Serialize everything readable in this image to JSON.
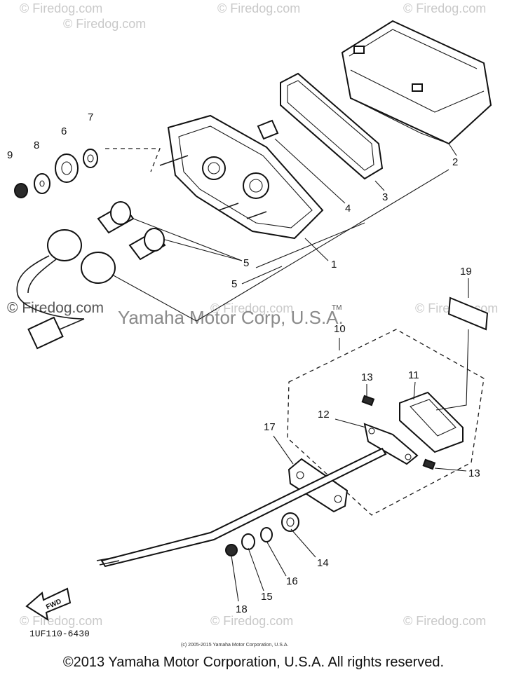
{
  "watermarks": {
    "firedog": "© Firedog.com",
    "firedog_mid": "© Firedog.com",
    "yamaha": "Yamaha Motor Corp, U.S.A.",
    "tm": "TM"
  },
  "callouts": {
    "p1": "1",
    "p2": "2",
    "p3": "3",
    "p4": "4",
    "p5a": "5",
    "p5b": "5",
    "p6": "6",
    "p7": "7",
    "p8": "8",
    "p9": "9",
    "p10": "10",
    "p11": "11",
    "p12": "12",
    "p13a": "13",
    "p13b": "13",
    "p14": "14",
    "p15": "15",
    "p16": "16",
    "p17": "17",
    "p18": "18",
    "p19": "19"
  },
  "forward_label": "FWD",
  "diagram_code": "1UF110-6430",
  "small_copyright": "(c) 2005-2015 Yamaha Motor Corporation, U.S.A.",
  "footer": "©2013 Yamaha Motor Corporation, U.S.A. All rights reserved."
}
